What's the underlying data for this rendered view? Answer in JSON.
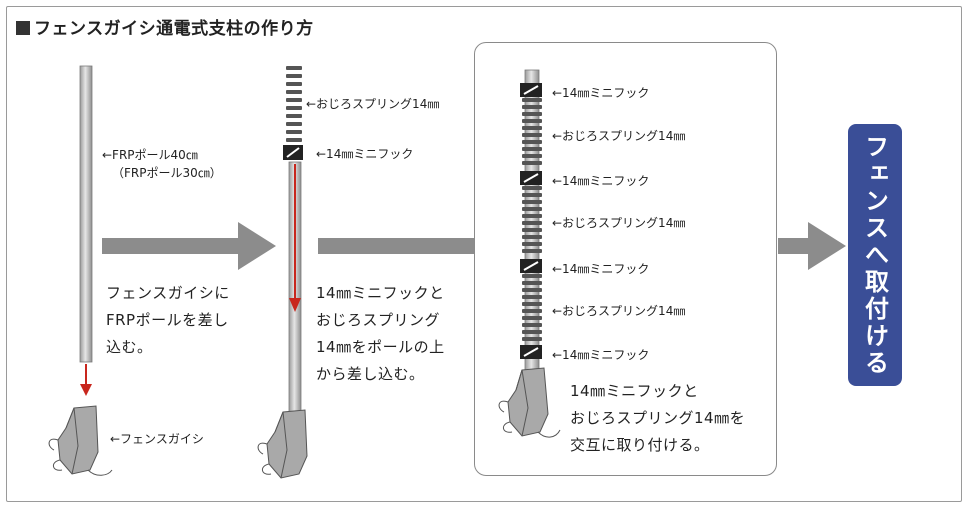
{
  "title": "フェンスガイシ通電式支柱の作り方",
  "step1": {
    "pole_label": "←FRPポール40㎝",
    "pole_label_sub": "（FRPポール30㎝）",
    "insulator_label": "←フェンスガイシ",
    "description": "フェンスガイシに\nFRPポールを差し\n込む。"
  },
  "step2": {
    "spring_label": "←おじろスプリング14㎜",
    "hook_label": "←14㎜ミニフック",
    "description": "14㎜ミニフックと\nおじろスプリング\n14㎜をポールの上\nから差し込む。"
  },
  "step3": {
    "labels": [
      "←14㎜ミニフック",
      "←おじろスプリング14㎜",
      "←14㎜ミニフック",
      "←おじろスプリング14㎜",
      "←14㎜ミニフック",
      "←おじろスプリング14㎜",
      "←14㎜ミニフック"
    ],
    "description": "14㎜ミニフックと\nおじろスプリング14㎜を\n交互に取り付ける。"
  },
  "cta": "フェンスへ取付ける",
  "colors": {
    "arrow": "#8c8c8c",
    "red": "#c8261d",
    "cta": "#3a4e97"
  }
}
